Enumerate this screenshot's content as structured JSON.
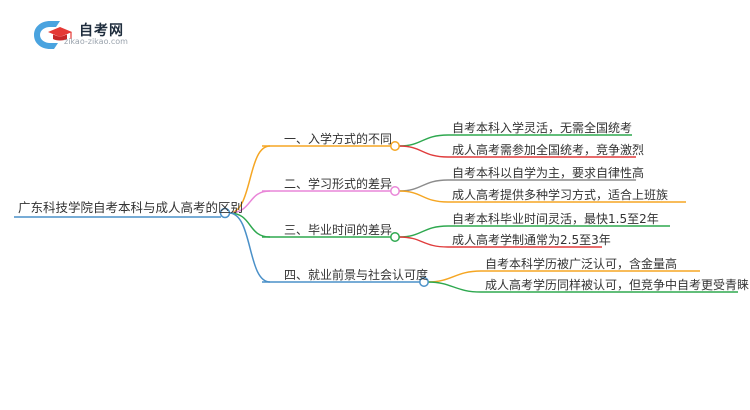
{
  "logo": {
    "title": "自考网",
    "subtitle": "zikao-zikao.com",
    "brand_colors": [
      "#4aa3df",
      "#e53935",
      "#1f2d3d"
    ]
  },
  "root": {
    "label": "广东科技学院自考本科与成人高考的区别"
  },
  "branches": [
    {
      "label": "一、入学方式的不同",
      "color": "#f5a623",
      "children": [
        {
          "label": "自考本科入学灵活，无需全国统考",
          "color": "#2ea84f"
        },
        {
          "label": "成人高考需参加全国统考，竞争激烈",
          "color": "#e03c3c"
        }
      ]
    },
    {
      "label": "二、学习形式的差异",
      "color": "#e986d8",
      "children": [
        {
          "label": "自考本科以自学为主，要求自律性高",
          "color": "#8c8c8c"
        },
        {
          "label": "成人高考提供多种学习方式，适合上班族",
          "color": "#f5a623"
        }
      ]
    },
    {
      "label": "三、毕业时间的差异",
      "color": "#2ea84f",
      "children": [
        {
          "label": "自考本科毕业时间灵活，最快1.5至2年",
          "color": "#2ea84f"
        },
        {
          "label": "成人高考学制通常为2.5至3年",
          "color": "#e03c3c"
        }
      ]
    },
    {
      "label": "四、就业前景与社会认可度",
      "color": "#4a90c8",
      "children": [
        {
          "label": "自考本科学历被广泛认可，含金量高",
          "color": "#f5a623"
        },
        {
          "label": "成人高考学历同样被认可，但竞争中自考更受青睐",
          "color": "#2ea84f"
        }
      ]
    }
  ]
}
